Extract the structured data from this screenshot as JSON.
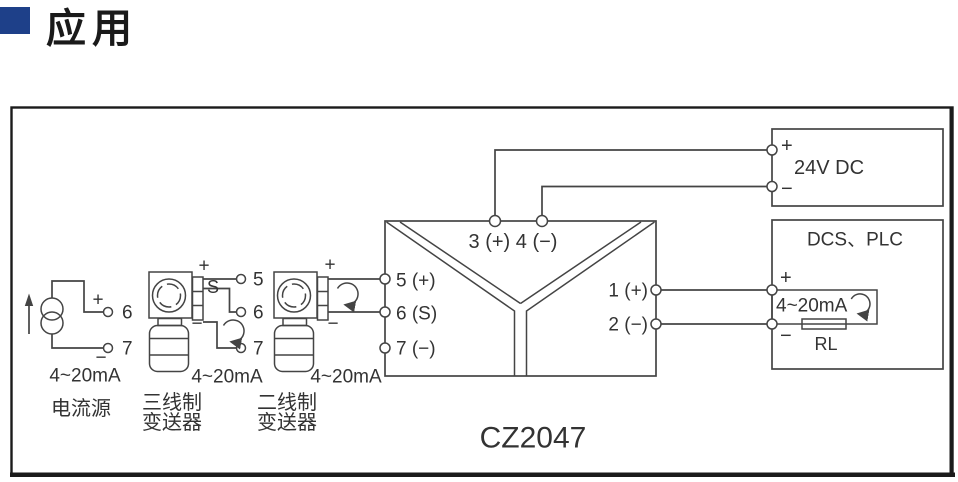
{
  "header": {
    "title": "应用"
  },
  "colors": {
    "accent_blue": "#1e4089",
    "line": "#444444",
    "text": "#333333"
  },
  "diagram": {
    "model": "CZ2047",
    "isolator": {
      "top_terminals": "3 (+) 4 (−)",
      "input_terminals": [
        "5 (+)",
        "6 (S)",
        "7 (−)"
      ],
      "output_terminals": [
        "1 (+)",
        "2 (−)"
      ]
    },
    "power_supply": {
      "label": "24V DC",
      "plus": "+",
      "minus": "−"
    },
    "dcs": {
      "label": "DCS、PLC",
      "plus": "+",
      "minus": "−",
      "loop_range": "4~20mA",
      "load_label": "RL"
    },
    "current_source": {
      "name": "电流源",
      "range": "4~20mA",
      "plus": "+",
      "minus": "−",
      "terminals": [
        "6",
        "7"
      ]
    },
    "three_wire_transmitter": {
      "name_line1": "三线制",
      "name_line2": "变送器",
      "range": "4~20mA",
      "plus": "+",
      "signal": "S",
      "minus": "−",
      "terminals": [
        "5",
        "6",
        "7"
      ]
    },
    "two_wire_transmitter": {
      "name_line1": "二线制",
      "name_line2": "变送器",
      "range": "4~20mA",
      "plus": "+",
      "minus": "−"
    }
  }
}
